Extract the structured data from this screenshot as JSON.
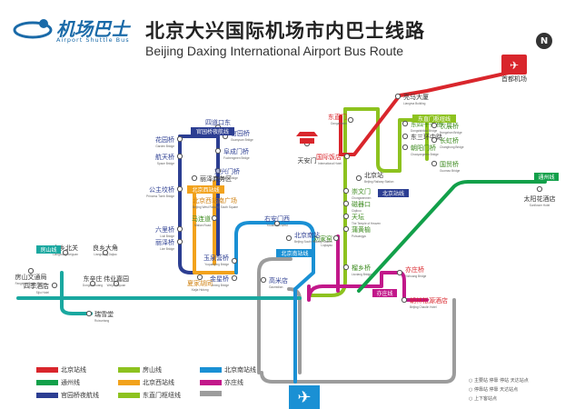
{
  "header": {
    "logo_cn": "机场巴士",
    "logo_en": "Airport Shuttle Bus",
    "title_cn": "北京大兴国际机场市内巴士线路",
    "title_en": "Beijing Daxing International Airport Bus Route",
    "compass": "N"
  },
  "colors": {
    "red": "#d9262c",
    "green": "#8dc21f",
    "blue": "#2c3e92",
    "orange": "#f2a21c",
    "lightblue": "#1a90d4",
    "teal": "#1aa8a0",
    "gray": "#9c9c9c",
    "magenta": "#c2188a",
    "dkgreen": "#12a04a"
  },
  "stations": [
    {
      "id": "s_shoudu",
      "cn": "首都机场",
      "en": "",
      "kind": "airport"
    },
    {
      "id": "s_liangma",
      "cn": "亮马大厦",
      "en": "Liangma Building"
    },
    {
      "id": "s_dongzhimen",
      "cn": "东直门",
      "en": "Dongzhimen"
    },
    {
      "id": "s_dongsishitiao",
      "cn": "东四十条桥",
      "en": "Dongsishitiao Bridge"
    },
    {
      "id": "s_chaoyangmen",
      "cn": "朝阳门桥",
      "en": "Chaoyangmen Bridge"
    },
    {
      "id": "s_dongsanhuan",
      "cn": "东三环中路",
      "en": ""
    },
    {
      "id": "s_guomao",
      "cn": "国贸桥",
      "en": "Guomao Bridge"
    },
    {
      "id": "s_changhong",
      "cn": "长虹桥",
      "en": "Changhong Bridge"
    },
    {
      "id": "s_nongzhan",
      "cn": "农展桥",
      "en": "Nongzhan Bridge"
    },
    {
      "id": "s_guojifandian",
      "cn": "国际饭店",
      "en": "International Hotel"
    },
    {
      "id": "s_beijingzhan",
      "cn": "北京站",
      "en": "Beijing Railway Station"
    },
    {
      "id": "s_chongwenmen",
      "cn": "崇文门",
      "en": "Chongwenmen"
    },
    {
      "id": "s_cigikou",
      "cn": "磁器口",
      "en": "Ciqikou"
    },
    {
      "id": "s_tiantan",
      "cn": "天坛",
      "en": "The Temple of Heaven"
    },
    {
      "id": "s_puhuangyu",
      "cn": "蒲黄榆",
      "en": "Puhuangyu"
    },
    {
      "id": "s_liujiayao",
      "cn": "刘家窑",
      "en": "Liujiayao"
    },
    {
      "id": "s_muxiyuan",
      "cn": "榴乡桥",
      "en": "Liuxiang Bridge"
    },
    {
      "id": "s_yizhuang",
      "cn": "亦庄桥",
      "en": "Yizhuang Bridge"
    },
    {
      "id": "s_jiuxian",
      "cn": "朝林松源酒店",
      "en": "Beijing Chaolin Hotel"
    },
    {
      "id": "s_huayuanqiao",
      "cn": "花园桥",
      "en": "Garden Bridge"
    },
    {
      "id": "s_hangtianqiao",
      "cn": "航天桥",
      "en": "Space Bridge"
    },
    {
      "id": "s_gongzhufen",
      "cn": "公主坟桥",
      "en": "Princess Tomb Bridge"
    },
    {
      "id": "s_liulique",
      "cn": "六里桥",
      "en": "Liuli Bridge"
    },
    {
      "id": "s_lizeqiao",
      "cn": "丽泽桥",
      "en": "Lize Bridge"
    },
    {
      "id": "s_sidaokou",
      "cn": "四道口东",
      "en": "Sidaokou East"
    },
    {
      "id": "s_guanyuanqiao",
      "cn": "官园桥",
      "en": "Guanyuan Bridge"
    },
    {
      "id": "s_fuchengmen",
      "cn": "阜成门桥",
      "en": "Fuchengmen Bridge"
    },
    {
      "id": "s_fuxingmen",
      "cn": "复兴门桥",
      "en": "Fuxingmen Bridge"
    },
    {
      "id": "s_xizhan",
      "cn": "北京西站南广场",
      "en": "Beijing West Railway South Square"
    },
    {
      "id": "s_majialou",
      "cn": "马连道",
      "en": "Malian Road"
    },
    {
      "id": "s_lizewu",
      "cn": "丽泽商务区",
      "en": ""
    },
    {
      "id": "s_yuquanying",
      "cn": "玉泉营桥",
      "en": "Yuquanying Bridge"
    },
    {
      "id": "s_jinluqiao",
      "cn": "金星桥",
      "en": "Jinxing Bridge"
    },
    {
      "id": "s_gaomidian",
      "cn": "高米店",
      "en": "Gaomidian"
    },
    {
      "id": "s_xiaoyuan",
      "cn": "夏家胡同",
      "en": "Xiajia Hutong"
    },
    {
      "id": "s_youanmen",
      "cn": "右安门西",
      "en": "Youanmen West"
    },
    {
      "id": "s_beijingnan",
      "cn": "北京南站",
      "en": "Beijing South Railway Station"
    },
    {
      "id": "s_fangshan",
      "cn": "房山文通局",
      "en": "Fangshan Traffic Bureau"
    },
    {
      "id": "s_liangxiang_b",
      "cn": "良乡北关",
      "en": "Liangxiang Beiguan"
    },
    {
      "id": "s_liangxiang_d",
      "cn": "良乡大角",
      "en": "Liangxiang Dajiao"
    },
    {
      "id": "s_sijijiudian",
      "cn": "四季酒店",
      "en": "Sijiu Hotel"
    },
    {
      "id": "s_dongxinzhuang",
      "cn": "东辛庄",
      "en": "Dongxinzhuang"
    },
    {
      "id": "s_weiyejiayuan",
      "cn": "伟业嘉园",
      "en": "Weiye Jiayuan"
    },
    {
      "id": "s_ruixuetang",
      "cn": "瑞雪堂",
      "en": "Ruixuetang"
    },
    {
      "id": "s_taiyanghua",
      "cn": "太阳花酒店",
      "en": "Sunflower Hotel"
    },
    {
      "id": "s_tiananmen",
      "cn": "天安门",
      "en": ""
    }
  ],
  "tags": [
    {
      "text": "东直门枢纽线",
      "color": "green"
    },
    {
      "text": "官园桥夜航线",
      "color": "blue"
    },
    {
      "text": "北京西站线",
      "color": "orange"
    },
    {
      "text": "北京站线",
      "color": "blue"
    },
    {
      "text": "北京南站线",
      "color": "lightblue"
    },
    {
      "text": "房山线",
      "color": "teal"
    },
    {
      "text": "亦庄线",
      "color": "magenta"
    },
    {
      "text": "通州线",
      "color": "dkgreen"
    }
  ],
  "legend": [
    {
      "label": "北京站线",
      "color": "#d9262c"
    },
    {
      "label": "房山线",
      "color": "#8dc21f"
    },
    {
      "label": "北京南站线",
      "color": "#1a90d4"
    },
    {
      "label": "通州线",
      "color": "#12a04a"
    },
    {
      "label": "北京西站线",
      "color": "#f2a21c"
    },
    {
      "label": "亦庄线",
      "color": "#c2188a"
    },
    {
      "label": "官园桥夜航线",
      "color": "#2c3e92"
    },
    {
      "label": "东直门枢纽线",
      "color": "#8dc21f"
    },
    {
      "label": "",
      "color": "#9c9c9c"
    }
  ],
  "notes": [
    "○ 主要站  停靠  停站  天达站点",
    "○ 停靠站  停靠  天达站点",
    "○ 上下客站点"
  ]
}
